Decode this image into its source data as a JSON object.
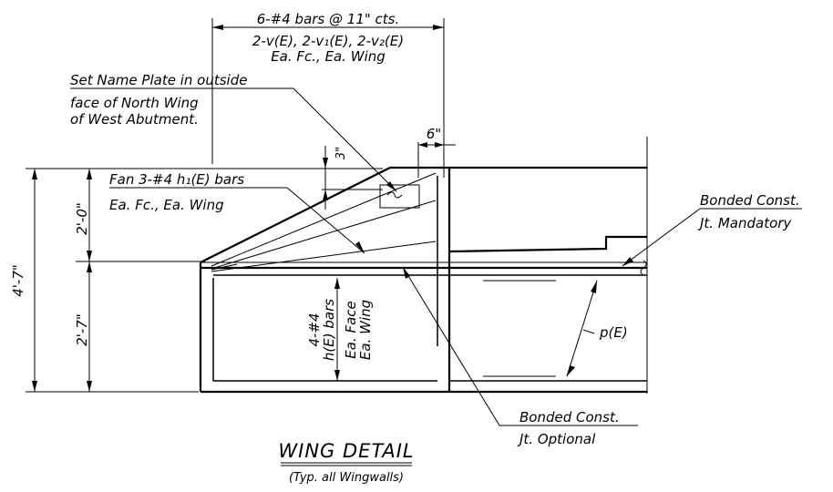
{
  "notes": {
    "bars_top": "6-#4 bars @ 11\" cts.",
    "bars_top_line2": "2-v(E), 2-v₁(E), 2-v₂(E)",
    "bars_top_line3": "Ea. Fc., Ea. Wing",
    "name_plate_line1": "Set Name Plate in outside",
    "name_plate_line2": "face of North Wing",
    "name_plate_line3": "of West Abutment.",
    "fan_line1": "Fan 3-#4 h₁(E) bars",
    "fan_line2": "Ea. Fc., Ea. Wing",
    "bonded_mandatory_line1": "Bonded Const.",
    "bonded_mandatory_line2": "Jt. Mandatory",
    "bonded_optional_line1": "Bonded Const.",
    "bonded_optional_line2": "Jt. Optional",
    "p_bar": "p(E)",
    "h_bars_line1": "4-#4",
    "h_bars_line2": "h(E) bars",
    "h_bars_line3": "Ea. Face",
    "h_bars_line4": "Ea. Wing"
  },
  "dimensions": {
    "total_height": "4'-7\"",
    "upper_height": "2'-0\"",
    "lower_height": "2'-7\"",
    "top_offset": "3\"",
    "side_offset": "6\""
  },
  "title": {
    "main": "WING DETAIL",
    "sub": "(Typ. all Wingwalls)"
  }
}
